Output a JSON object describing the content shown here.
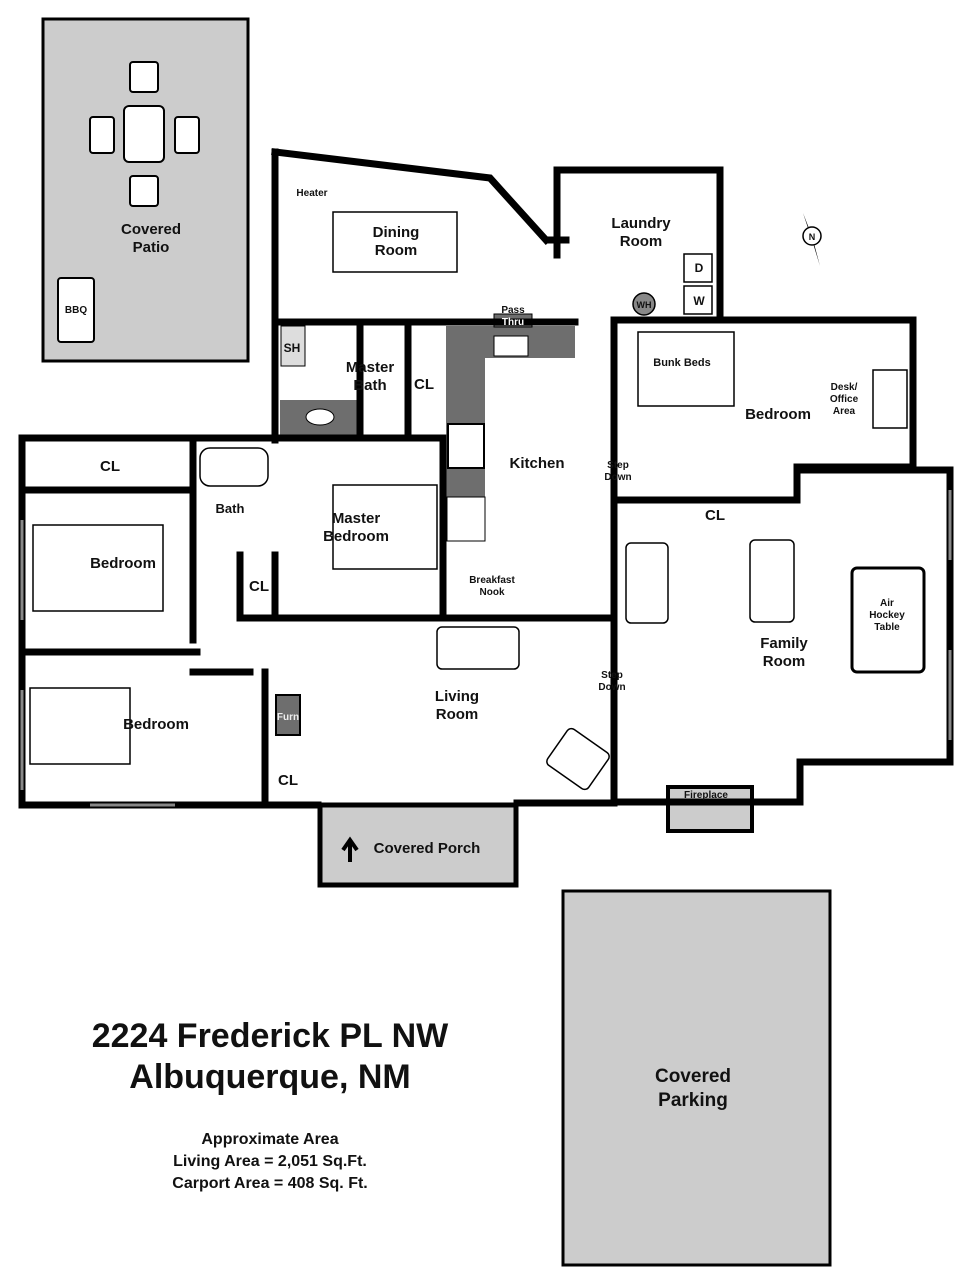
{
  "plan": {
    "address_line1": "2224 Frederick PL NW",
    "address_line2": "Albuquerque, NM",
    "area_heading": "Approximate Area",
    "living_area": "Living Area = 2,051 Sq.Ft.",
    "carport_area": "Carport Area = 408 Sq. Ft."
  },
  "rooms": {
    "covered_patio": [
      "Covered",
      "Patio"
    ],
    "bbq": "BBQ",
    "heater": "Heater",
    "dining_room": [
      "Dining",
      "Room"
    ],
    "laundry_room": [
      "Laundry",
      "Room"
    ],
    "dryer": "D",
    "washer": "W",
    "water_heater": "WH",
    "pass_thru": [
      "Pass",
      "Thru"
    ],
    "shower": "SH",
    "master_bath": [
      "Master",
      "Bath"
    ],
    "master_closet": "CL",
    "kitchen": "Kitchen",
    "bunk_beds": "Bunk Beds",
    "bedroom_ne": "Bedroom",
    "desk_office": [
      "Desk/",
      "Office",
      "Area"
    ],
    "step_down_1": [
      "Step",
      "Down"
    ],
    "closet_ne": "CL",
    "closet_w": "CL",
    "bath": "Bath",
    "master_bedroom": [
      "Master",
      "Bedroom"
    ],
    "bedroom_w1": "Bedroom",
    "closet_hall": "CL",
    "breakfast_nook": [
      "Breakfast",
      "Nook"
    ],
    "air_hockey": [
      "Air",
      "Hockey",
      "Table"
    ],
    "family_room": [
      "Family",
      "Room"
    ],
    "step_down_2": [
      "Step",
      "Down"
    ],
    "living_room": [
      "Living",
      "Room"
    ],
    "bedroom_w2": "Bedroom",
    "furnace": "Furn",
    "closet_s": "CL",
    "fireplace": "Fireplace",
    "covered_porch": "Covered Porch",
    "covered_parking": [
      "Covered",
      "Parking"
    ],
    "compass": "N"
  },
  "colors": {
    "wall": "#000000",
    "fill_gray": "#cccccc",
    "counter_gray": "#6e6e6e"
  }
}
